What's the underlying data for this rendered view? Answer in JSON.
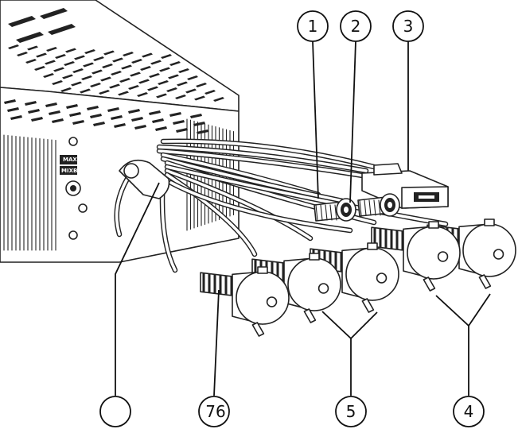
{
  "diagram": {
    "callouts": [
      {
        "id": "1",
        "label": "1"
      },
      {
        "id": "2",
        "label": "2"
      },
      {
        "id": "3",
        "label": "3"
      },
      {
        "id": "4",
        "label": "4"
      },
      {
        "id": "5",
        "label": "5"
      },
      {
        "id": "6",
        "label": "76"
      },
      {
        "id": "7",
        "label": ""
      }
    ],
    "panel_text": [
      "MAX",
      "MIXB"
    ]
  }
}
